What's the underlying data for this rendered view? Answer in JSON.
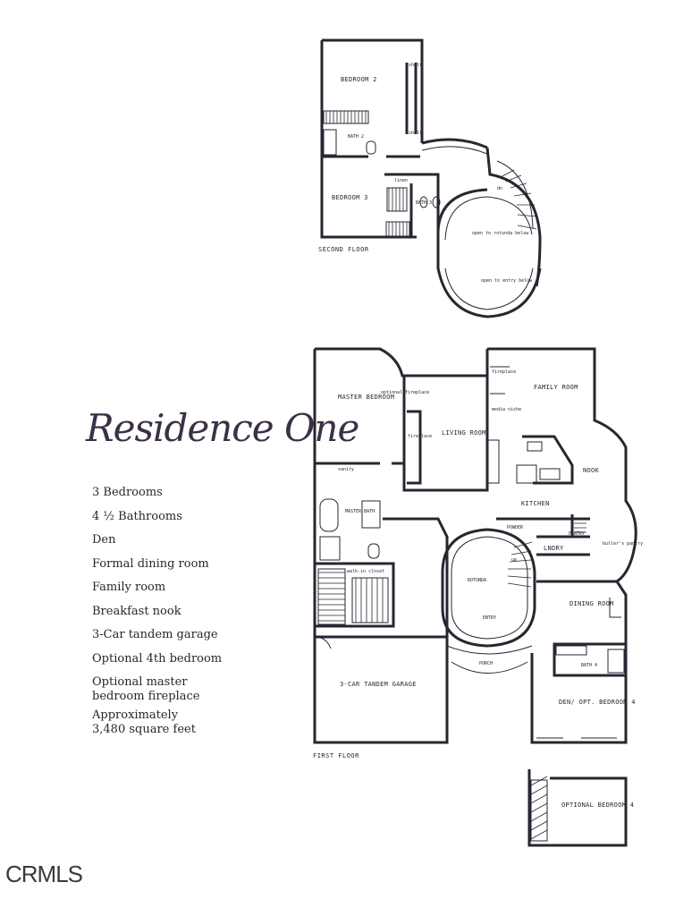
{
  "title": "Residence One",
  "features": [
    "3 Bedrooms",
    "4 ½ Bathrooms",
    "Den",
    "Formal dining room",
    "Family room",
    "Breakfast nook",
    "3-Car tandem garage",
    "Optional 4th bedroom",
    "Optional master bedroom fireplace",
    "Approximately 3,480 square feet"
  ],
  "second_floor": {
    "label": "SECOND FLOOR",
    "rooms": {
      "bedroom2": "BEDROOM 2",
      "bath2": "BATH 2",
      "shelf1": "shelf",
      "shelf2": "shelf",
      "bedroom3": "BEDROOM 3",
      "linen": "linen",
      "bath3": "BATH 3",
      "dn": "dn",
      "open_rotunda": "open to rotunda below",
      "open_entry": "open to entry below"
    }
  },
  "first_floor": {
    "label": "FIRST FLOOR",
    "rooms": {
      "master_bedroom": "MASTER BEDROOM",
      "optional_fireplace": "optional fireplace",
      "vanity": "vanity",
      "master_bath": "MASTER BATH",
      "walkin_closet": "walk-in closet",
      "living_room": "LIVING ROOM",
      "fireplace_living": "fireplace",
      "family_room": "FAMILY ROOM",
      "fireplace_family": "fireplace",
      "media_niche": "media niche",
      "nook": "NOOK",
      "kitchen": "KITCHEN",
      "powder": "POWDER",
      "laundry": "LNDRY",
      "pantry": "PANTRY",
      "butlers_pantry": "butler's pantry",
      "rotunda": "ROTUNDA",
      "entry": "ENTRY",
      "porch": "PORCH",
      "dining_room": "DINING ROOM",
      "bath4": "BATH 4",
      "den": "DEN/ OPT. BEDROOM 4",
      "garage": "3-CAR TANDEM GARAGE",
      "up": "up"
    }
  },
  "optional_bedroom": "OPTIONAL BEDROOM 4",
  "watermark": "CRMLS"
}
